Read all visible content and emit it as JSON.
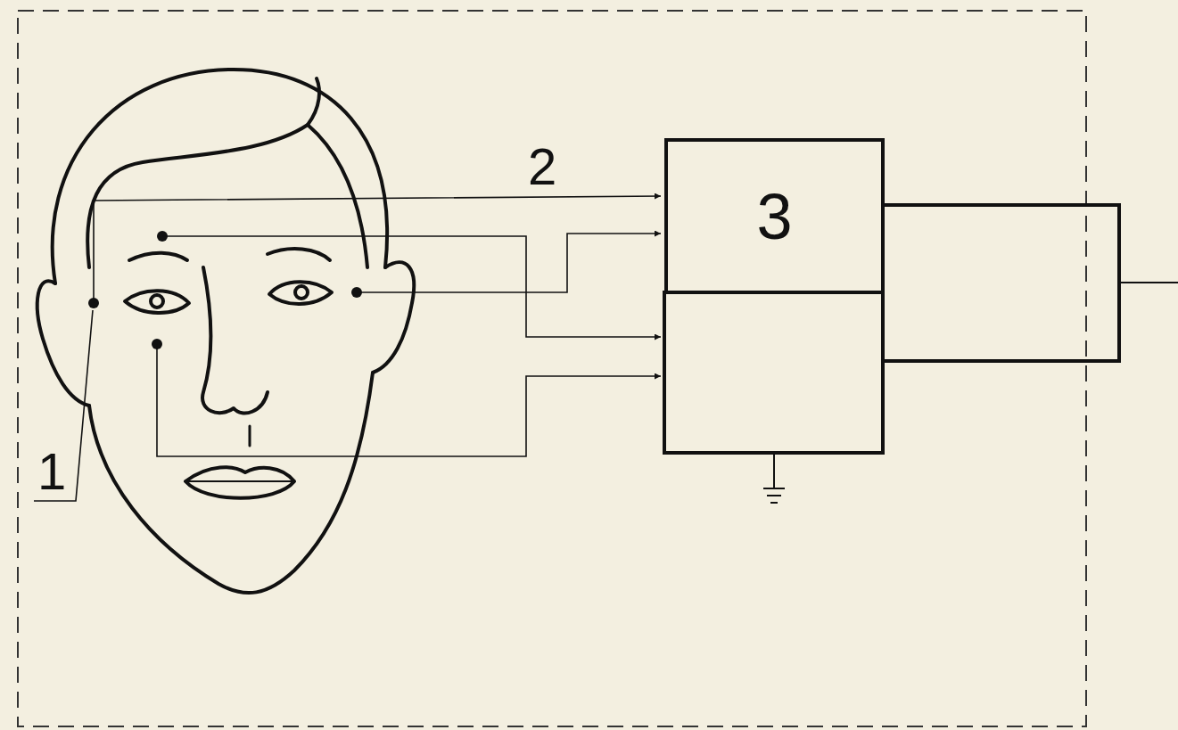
{
  "diagram": {
    "nodes": [
      {
        "text": [
          "3"
        ]
      }
    ],
    "labels": [
      "2",
      "1"
    ]
  }
}
